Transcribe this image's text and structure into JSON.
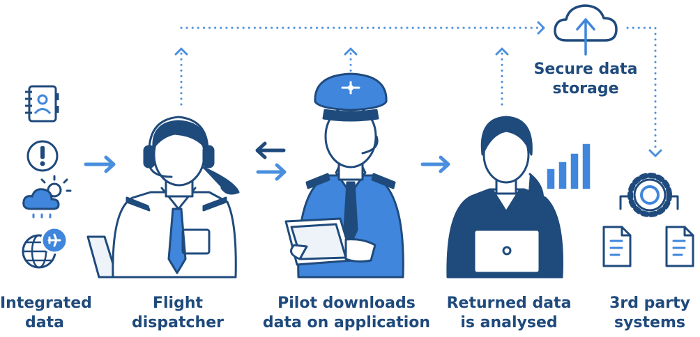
{
  "colors": {
    "navy": "#1f4a7c",
    "blue": "#3f86dc",
    "dot": "#4a8fde",
    "light": "#eef3fa"
  },
  "storage": {
    "line1": "Secure data",
    "line2": "storage",
    "icon": "cloud-upload-icon"
  },
  "stages": [
    {
      "line1": "Integrated",
      "line2": "data"
    },
    {
      "line1": "Flight",
      "line2": "dispatcher"
    },
    {
      "line1": "Pilot downloads",
      "line2": "data on application"
    },
    {
      "line1": "Returned data",
      "line2": "is analysed"
    },
    {
      "line1": "3rd party",
      "line2": "systems"
    }
  ],
  "icons": [
    "address-book-icon",
    "alert-icon",
    "weather-icon",
    "globe-plane-icon",
    "gear-icon",
    "document-icon"
  ]
}
